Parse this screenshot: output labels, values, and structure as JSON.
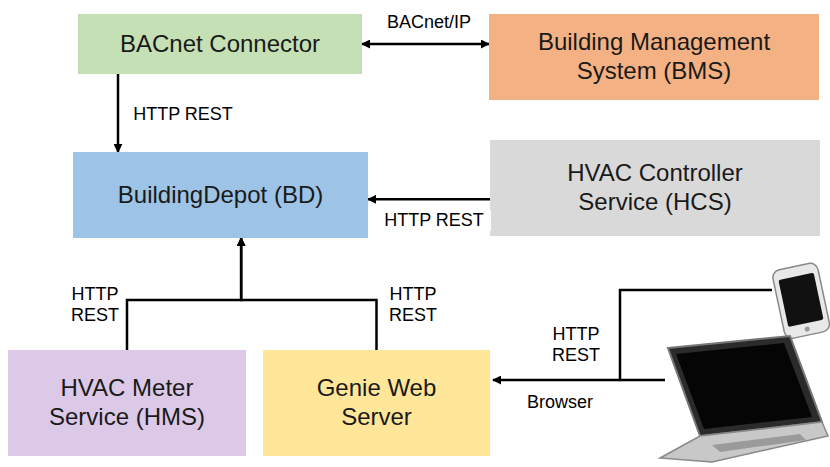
{
  "diagram": {
    "nodes": [
      {
        "text": [
          "BACnet Connector"
        ]
      },
      {
        "text": [
          "Building Management System (BMS)"
        ]
      },
      {
        "text": [
          "BuildingDepot (BD)"
        ]
      },
      {
        "text": [
          "HVAC Controller Service (HCS)"
        ]
      },
      {
        "text": [
          "HVAC Meter Service (HMS)"
        ]
      },
      {
        "text": [
          "Genie Web Server"
        ]
      }
    ],
    "edges": [
      {
        "from": 0,
        "to": 1,
        "arrow": "both",
        "label": "BACnet/IP"
      },
      {
        "from": 0,
        "to": 2,
        "arrow": "to",
        "label": "HTTP REST"
      },
      {
        "from": 3,
        "to": 2,
        "arrow": "to",
        "label": "HTTP REST"
      },
      {
        "from": 4,
        "to": 2,
        "arrow": "to",
        "label": "HTTP REST"
      },
      {
        "from": 5,
        "to": 2,
        "arrow": "to",
        "label": "HTTP REST"
      }
    ],
    "labels": [
      "HTTP REST",
      "Browser"
    ]
  }
}
